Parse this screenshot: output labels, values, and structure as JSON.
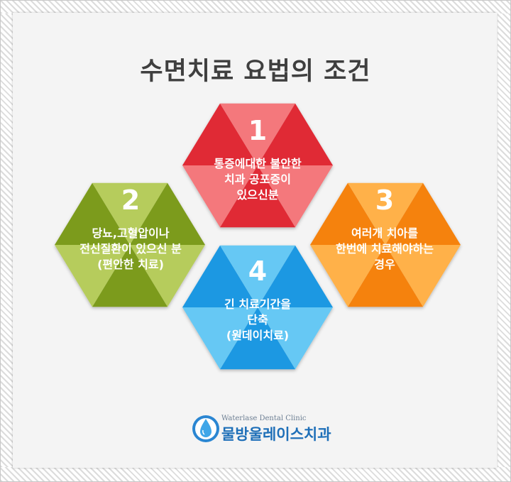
{
  "title": "수면치료 요법의 조건",
  "hexagons": [
    {
      "number": "1",
      "lines": [
        "통증에대한 불안한",
        "치과 공포증이",
        "있으신분"
      ],
      "color_light": "#f4787b",
      "color_dark": "#e02a34"
    },
    {
      "number": "2",
      "lines": [
        "당뇨,고혈압이나",
        "전신질환이 있으신 분",
        "(편안한 치료)"
      ],
      "color_light": "#b6cc5c",
      "color_dark": "#7b9b1a"
    },
    {
      "number": "3",
      "lines": [
        "여러개 치아를",
        "한번에 치료해야하는",
        "경우"
      ],
      "color_light": "#ffb14a",
      "color_dark": "#f58211"
    },
    {
      "number": "4",
      "lines": [
        "긴 치료기간을",
        "단축",
        "(원데이치료)"
      ],
      "color_light": "#66c8f4",
      "color_dark": "#1e98e2"
    }
  ],
  "logo": {
    "english": "Waterlase Dental Clinic",
    "korean": "물방울레이스치과",
    "icon": "water-drop-icon"
  }
}
